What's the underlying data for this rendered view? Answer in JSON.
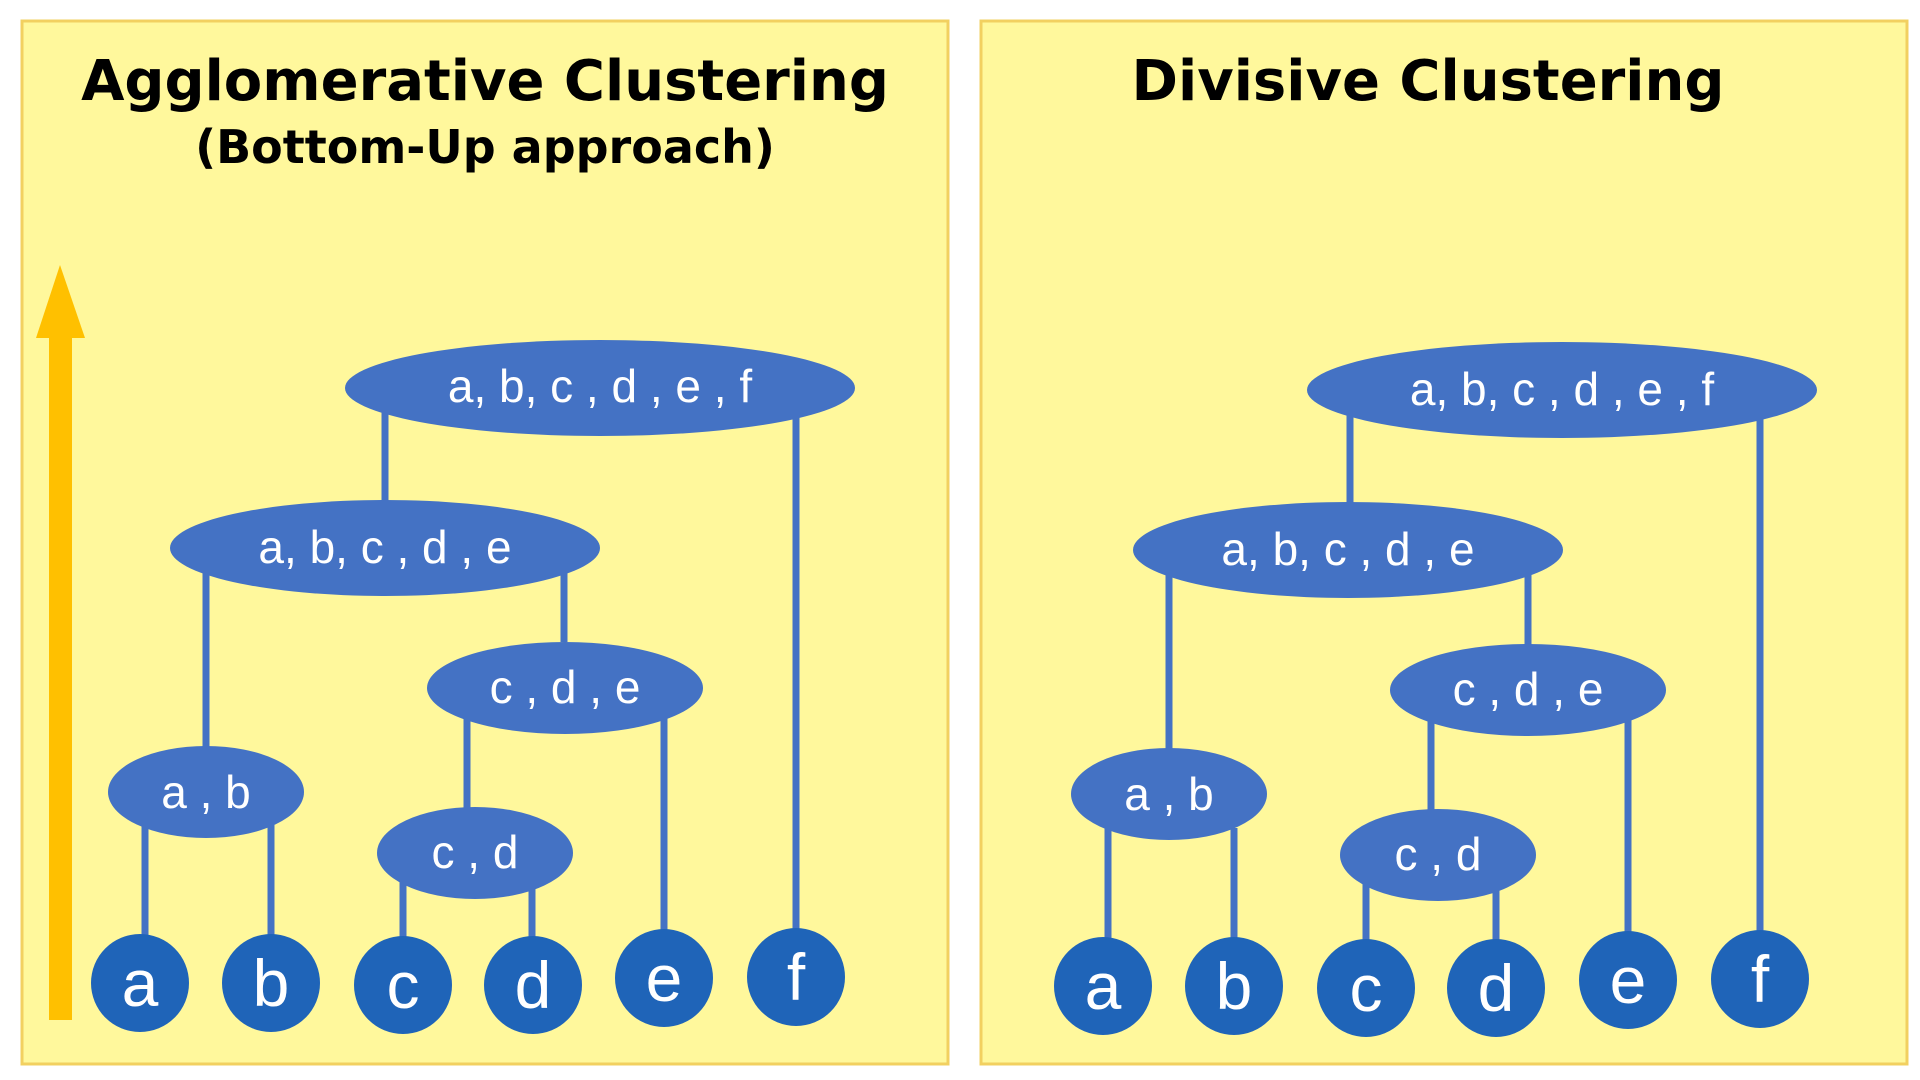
{
  "colors": {
    "panel_fill": "#fff89c",
    "panel_border": "#f2d060",
    "node_fill": "#4472c4",
    "leaf_fill": "#1f64b8",
    "edge": "#4472c4",
    "arrow": "#ffc000",
    "text_on_node": "#ffffff",
    "title": "#000000"
  },
  "agglomerative": {
    "title": "Agglomerative Clustering",
    "subtitle": "(Bottom-Up approach)",
    "direction": "bottom-up",
    "nodes": {
      "abcdef": "a, b, c , d , e , f",
      "abcde": "a, b, c , d , e",
      "cde": "c , d , e",
      "ab": "a , b",
      "cd": "c , d"
    },
    "leaves": [
      "a",
      "b",
      "c",
      "d",
      "e",
      "f"
    ]
  },
  "divisive": {
    "title": "Divisive Clustering",
    "nodes": {
      "abcdef": "a, b, c , d , e , f",
      "abcde": "a, b, c , d , e",
      "cde": "c , d , e",
      "ab": "a , b",
      "cd": "c , d"
    },
    "leaves": [
      "a",
      "b",
      "c",
      "d",
      "e",
      "f"
    ]
  }
}
